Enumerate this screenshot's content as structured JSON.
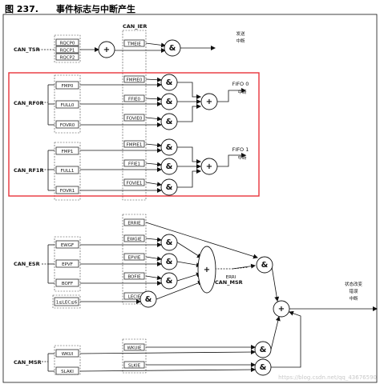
{
  "figure": {
    "number": "图 237.",
    "title": "事件标志与中断产生"
  },
  "colors": {
    "highlight": "#e8323a",
    "line": "#111111",
    "dashed": "#444444"
  },
  "registers": {
    "tsr": "CAN_TSR",
    "ier": "CAN_IER",
    "rf0r": "CAN_RF0R",
    "rf1r": "CAN_RF1R",
    "esr": "CAN_ESR",
    "msr": "CAN_MSR",
    "msr_err": "CAN_MSR"
  },
  "bits": {
    "rqcp0": "RQCP0",
    "rqcp1": "RQCP1",
    "rqcp2": "RQCP2",
    "tmeie": "TMEIE",
    "fmp0": "FMP0",
    "full0": "FULL0",
    "fovr0": "FOVR0",
    "fmpie0": "FMPIE0",
    "ffie0": "FFIE0",
    "fovie0": "FOVIE0",
    "fmp1": "FMP1",
    "full1": "FULL1",
    "fovr1": "FOVR1",
    "fmpie1": "FMPIE1",
    "ffie1": "FFIE1",
    "fovie1": "FOVIE1",
    "errie": "ERRIE",
    "ewgf": "EWGF",
    "ewgie": "EWGIE",
    "epvf": "EPVF",
    "epvie": "EPVIE",
    "boff": "BOFF",
    "bofie": "BOFIE",
    "lec": "1≤LEC≤6",
    "lecie": "LECIE",
    "err": "ERRI",
    "wkui": "WKUI",
    "wkuie": "WKUIE",
    "slaki": "SLAKI",
    "slkie": "SLKIE"
  },
  "outputs": {
    "tx_line1": "发送",
    "tx_line2": "中断",
    "fifo0_title": "FIFO 0",
    "fifo0_sub": "中断",
    "fifo1_title": "FIFO 1",
    "fifo1_sub": "中断",
    "status_line1": "状态改变",
    "status_line2": "错误",
    "status_line3": "中断"
  },
  "symbols": {
    "and": "&",
    "or": "+"
  },
  "watermark": "https://blog.csdn.net/qq_43676590"
}
